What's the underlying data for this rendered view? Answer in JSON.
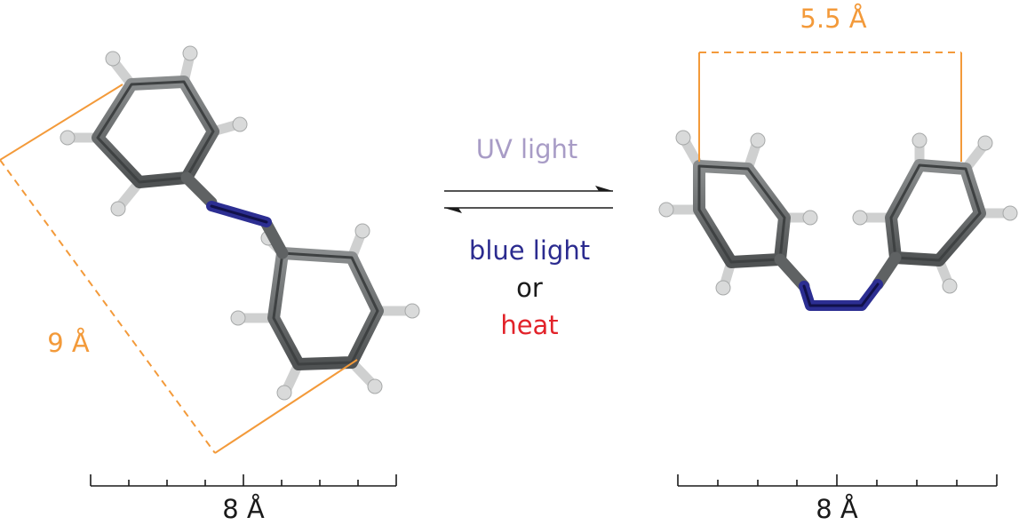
{
  "labels": {
    "trans_distance": "9 Å",
    "cis_distance": "5.5 Å",
    "forward_condition": "UV light",
    "reverse_condition_1": "blue light",
    "reverse_condition_2": "or",
    "reverse_condition_3": "heat",
    "trans_scale_label": "8 Å",
    "cis_scale_label": "8 Å"
  },
  "colors": {
    "measure": "#f39a3a",
    "uv": "#a89cc6",
    "blue": "#2b2b8f",
    "heat": "#e2232a",
    "carbon": "#5f6263",
    "hydrogen": "#cfd0d0",
    "nitrogen": "#2c2e92",
    "ink": "#1a1a1a"
  },
  "icons": {
    "forward_arrow": "right-half-arrow-icon",
    "reverse_arrow": "left-half-arrow-icon"
  }
}
